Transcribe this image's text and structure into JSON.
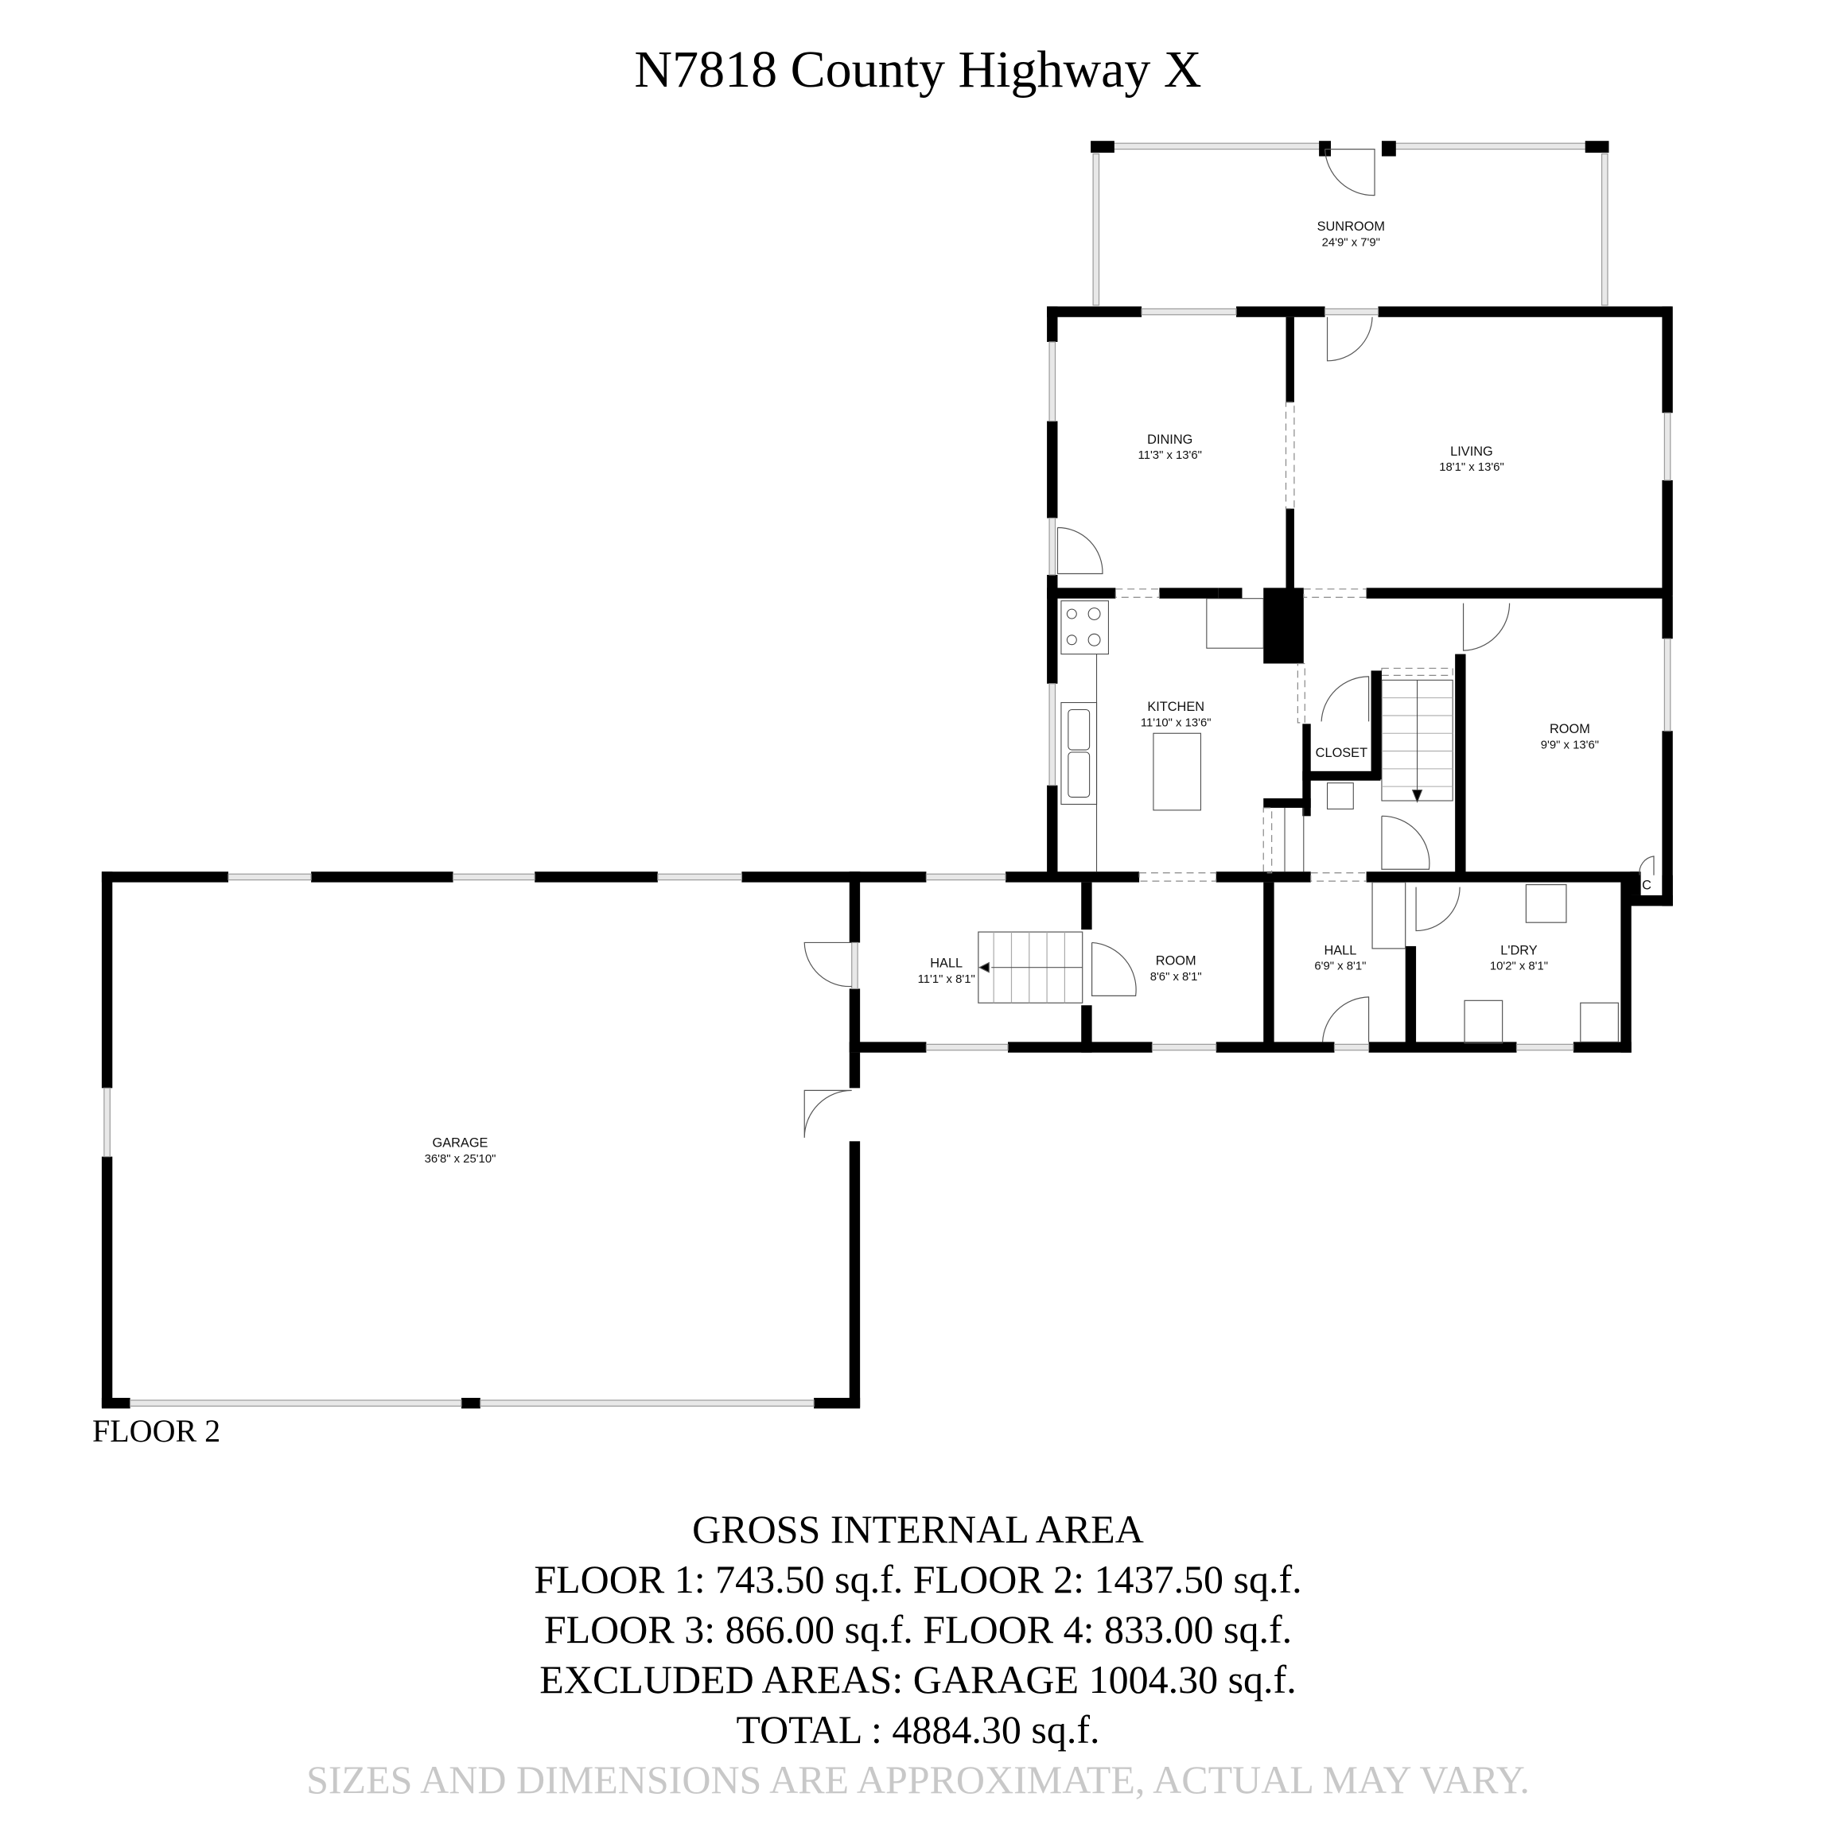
{
  "header": {
    "title": "N7818 County Highway X"
  },
  "floor_label": "FLOOR 2",
  "rooms": {
    "sunroom": {
      "name": "SUNROOM",
      "dim": "24'9\" x 7'9\""
    },
    "dining": {
      "name": "DINING",
      "dim": "11'3\" x 13'6\""
    },
    "living": {
      "name": "LIVING",
      "dim": "18'1\" x 13'6\""
    },
    "kitchen": {
      "name": "KITCHEN",
      "dim": "11'10\" x 13'6\""
    },
    "closet": {
      "name": "CLOSET"
    },
    "room_east": {
      "name": "ROOM",
      "dim": "9'9\" x 13'6\""
    },
    "c_closet": {
      "name": "C"
    },
    "hall_west": {
      "name": "HALL",
      "dim": "11'1\" x 8'1\""
    },
    "room_small": {
      "name": "ROOM",
      "dim": "8'6\" x 8'1\""
    },
    "hall_east": {
      "name": "HALL",
      "dim": "6'9\" x 8'1\""
    },
    "laundry": {
      "name": "L'DRY",
      "dim": "10'2\" x 8'1\""
    },
    "garage": {
      "name": "GARAGE",
      "dim": "36'8\" x 25'10\""
    }
  },
  "summary": {
    "heading": "GROSS INTERNAL AREA",
    "line1": "FLOOR 1: 743.50 sq.f. FLOOR 2: 1437.50 sq.f.",
    "line2": "FLOOR 3: 866.00 sq.f. FLOOR 4: 833.00 sq.f.",
    "line3": "EXCLUDED AREAS: GARAGE 1004.30 sq.f.",
    "line4": "TOTAL : 4884.30 sq.f.",
    "disclaimer": "SIZES AND DIMENSIONS ARE APPROXIMATE, ACTUAL MAY VARY."
  },
  "colors": {
    "wall": "#000000",
    "window": "#bdbdbd",
    "disclaimer": "#c8c8c8"
  }
}
